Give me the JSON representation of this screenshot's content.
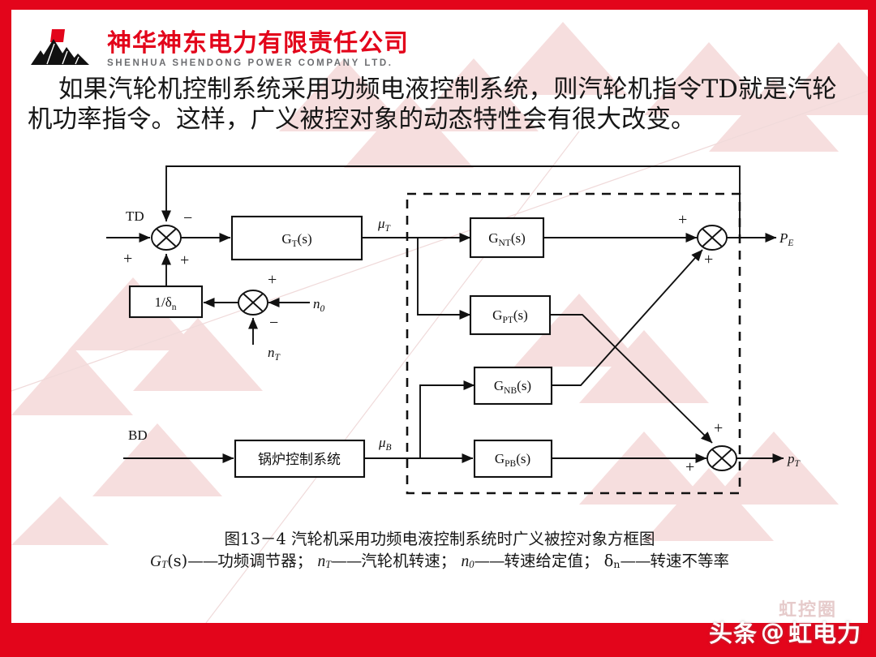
{
  "slide": {
    "accent_color": "#e3051b",
    "background": "#ffffff"
  },
  "header": {
    "logo_icon": "mountain-logo-icon",
    "company_cn": "神华神东电力有限责任公司",
    "company_en": "SHENHUA SHENDONG POWER COMPANY LTD."
  },
  "body": {
    "paragraph": "如果汽轮机控制系统采用功频电液控制系统，则汽轮机指令TD就是汽轮机功率指令。这样，广义被控对象的动态特性会有很大改变。"
  },
  "diagram": {
    "inputs": {
      "td": "TD",
      "bd": "BD",
      "n0": "n",
      "n0_sub": "0",
      "nt": "n",
      "nt_sub": "T"
    },
    "blocks": [
      {
        "id": "gt",
        "label": "G",
        "sub": "T",
        "tail": "(s)"
      },
      {
        "id": "inv",
        "label": "1/δ",
        "sub": "n",
        "tail": ""
      },
      {
        "id": "boiler",
        "label": "锅炉控制系统",
        "sub": "",
        "tail": ""
      },
      {
        "id": "gnt",
        "label": "G",
        "sub": "NT",
        "tail": "(s)"
      },
      {
        "id": "gpt",
        "label": "G",
        "sub": "PT",
        "tail": "(s)"
      },
      {
        "id": "gnb",
        "label": "G",
        "sub": "NB",
        "tail": "(s)"
      },
      {
        "id": "gpb",
        "label": "G",
        "sub": "PB",
        "tail": "(s)"
      }
    ],
    "signals": {
      "mu_t": "μ",
      "mu_t_sub": "T",
      "mu_b": "μ",
      "mu_b_sub": "B",
      "pe": "P",
      "pe_sub": "E",
      "pt": "p",
      "pt_sub": "T"
    },
    "signs": {
      "sum1_minus": "−",
      "sum1_plus_in": "+",
      "sum1_plus_fb": "+",
      "sum2_plus": "+",
      "sum2_minus": "−",
      "sum3_plus_top": "+",
      "sum3_plus_bot": "+",
      "sum4_plus_top": "+",
      "sum4_plus_bot": "+"
    }
  },
  "caption": {
    "title": "图13－4 汽轮机采用功频电液控制系统时广义被控对象方框图",
    "legend": [
      {
        "sym": "G",
        "sym_sub": "T",
        "sym_tail": "(s)",
        "dash": "——",
        "text": "功频调节器；"
      },
      {
        "sym": "n",
        "sym_sub": "T",
        "sym_tail": "",
        "dash": "——",
        "text": "汽轮机转速；"
      },
      {
        "sym": "n",
        "sym_sub": "0",
        "sym_tail": "",
        "dash": "——",
        "text": "转速给定值；"
      },
      {
        "sym": "δ",
        "sym_sub": "n",
        "sym_tail": "",
        "dash": "——",
        "text": "转速不等率"
      }
    ]
  },
  "footer": {
    "watermark_main": "头条",
    "watermark_at": "@",
    "watermark_name": "虹电力",
    "watermark_faint": "虹控圈"
  }
}
